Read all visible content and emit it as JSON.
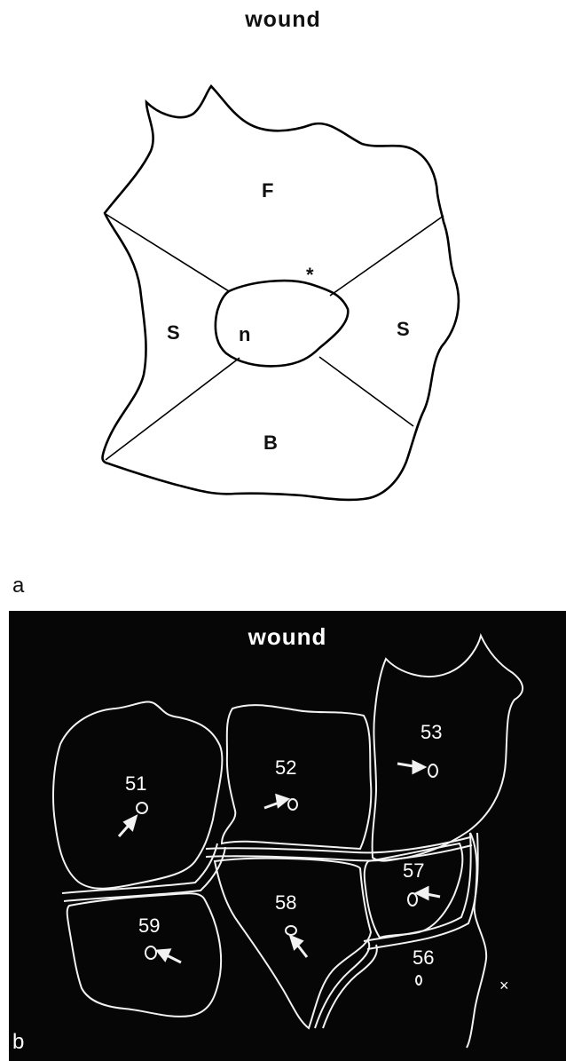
{
  "panel_a": {
    "title": "wound",
    "letter": "a",
    "regions": {
      "front": "F",
      "side_left": "S",
      "side_right": "S",
      "nucleus": "n",
      "back": "B"
    },
    "marker": "*"
  },
  "panel_b": {
    "title": "wound",
    "letter": "b",
    "cells": [
      "51",
      "52",
      "53",
      "57",
      "58",
      "59",
      "56"
    ],
    "marker": "×"
  },
  "colors": {
    "background_a": "#ffffff",
    "background_b": "#060606",
    "outline_a": "#000000",
    "outline_b": "#f2f2f2"
  }
}
